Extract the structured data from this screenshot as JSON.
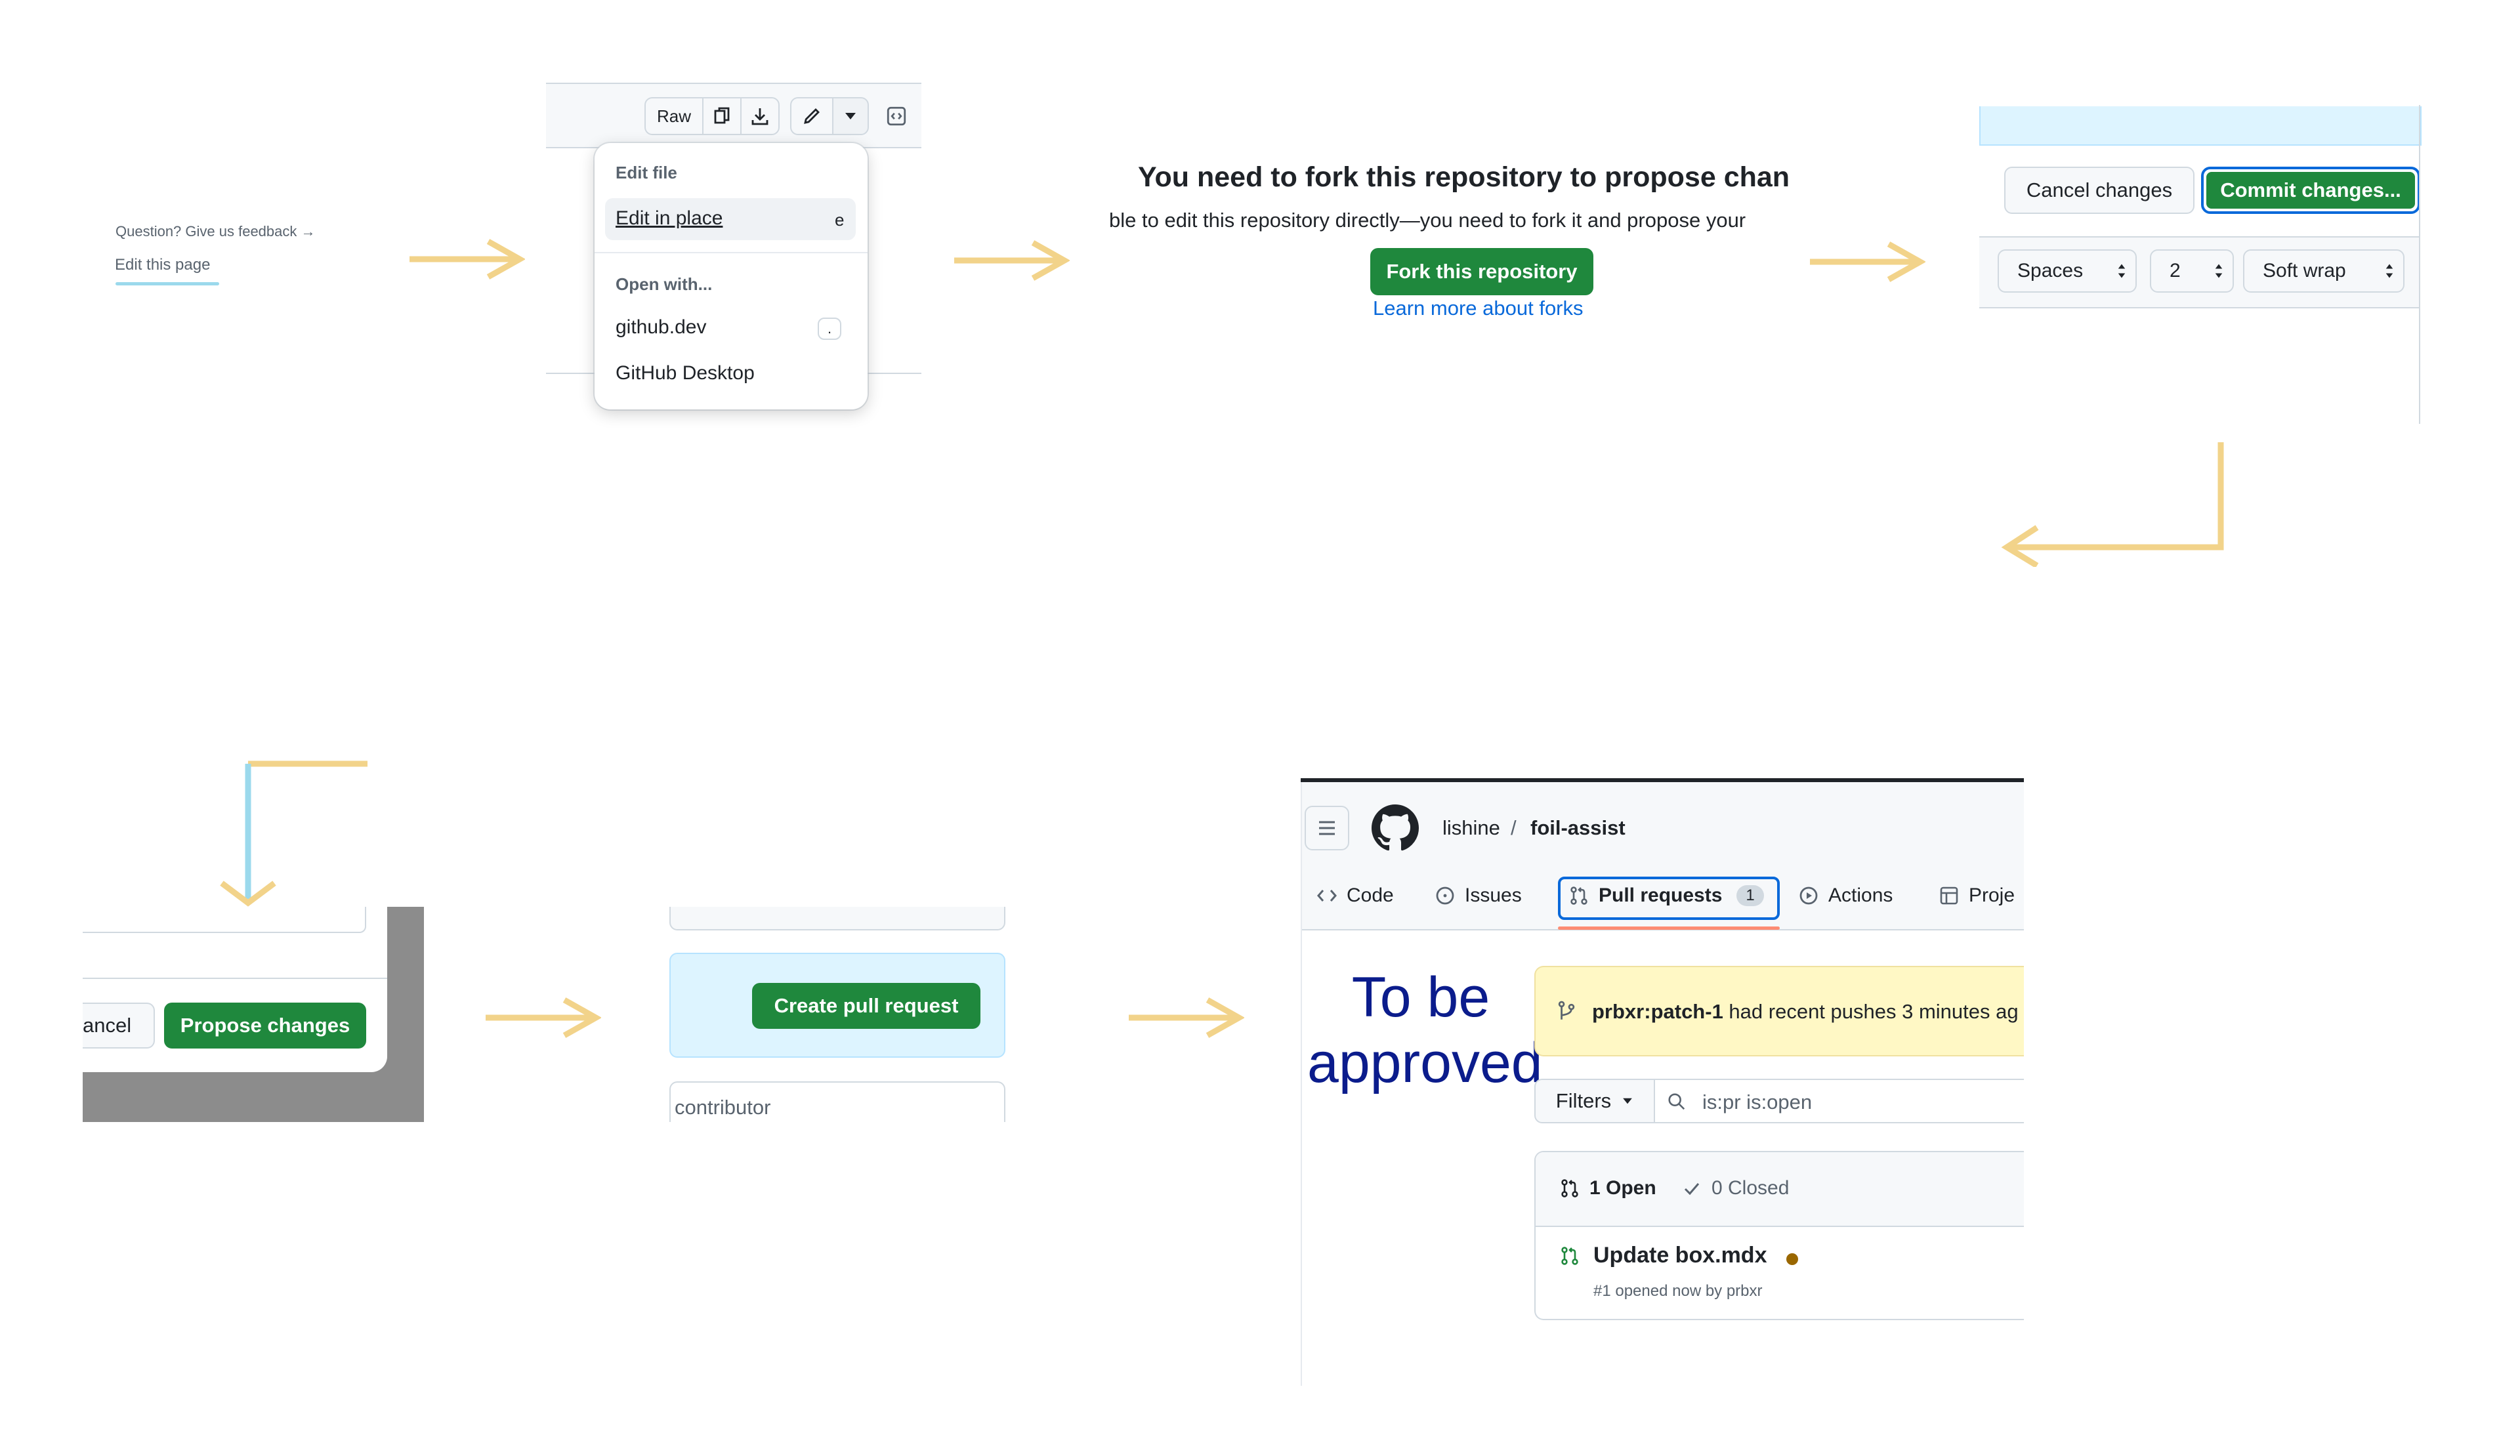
{
  "panel_feedback": {
    "question_text": "Question? Give us feedback →",
    "edit_link": "Edit this page"
  },
  "panel_file_menu": {
    "raw_label": "Raw",
    "edit_file_header": "Edit file",
    "edit_in_place": "Edit in place",
    "edit_in_place_key": "e",
    "open_with_header": "Open with...",
    "github_dev": "github.dev",
    "github_dev_key": ".",
    "github_desktop": "GitHub Desktop",
    "icons": [
      "copy-icon",
      "download-icon",
      "pencil-icon",
      "triangle-down-icon",
      "code-square-icon"
    ]
  },
  "panel_fork": {
    "heading": "You need to fork this repository to propose chan",
    "body": "ble to edit this repository directly—you need to fork it and propose your",
    "fork_button": "Fork this repository",
    "learn_link": "Learn more about forks"
  },
  "panel_commit": {
    "cancel_button": "Cancel changes",
    "commit_button": "Commit changes...",
    "indent_mode": "Spaces",
    "indent_size": "2",
    "wrap_mode": "Soft wrap"
  },
  "panel_propose": {
    "cancel_button": "ancel",
    "propose_button": "Propose changes"
  },
  "panel_create_pr": {
    "create_button": "Create pull request",
    "contributor_text": "contributor"
  },
  "panel_pull_requests": {
    "owner": "lishine",
    "separator": "/",
    "repo": "foil-assist",
    "tabs": [
      {
        "label": "Code",
        "icon": "code-icon"
      },
      {
        "label": "Issues",
        "icon": "issue-opened-icon"
      },
      {
        "label": "Pull requests",
        "icon": "git-pull-request-icon",
        "count": "1"
      },
      {
        "label": "Actions",
        "icon": "play-icon"
      },
      {
        "label": "Proje",
        "icon": "table-icon"
      }
    ],
    "annotation": "To be approved",
    "push_branch": "prbxr:patch-1",
    "push_text": " had recent pushes 3 minutes ag",
    "filters_label": "Filters",
    "search_value": "is:pr is:open",
    "open_count": "1 Open",
    "closed_count": "0 Closed",
    "pr_title": "Update box.mdx",
    "pr_meta": "#1 opened now by prbxr",
    "status_color": "#9a6700"
  },
  "colors": {
    "arrow": "#f2d38a",
    "accent_blue": "#9bd9ec",
    "green": "#1f883d",
    "annotation": "#0b1c8c"
  }
}
